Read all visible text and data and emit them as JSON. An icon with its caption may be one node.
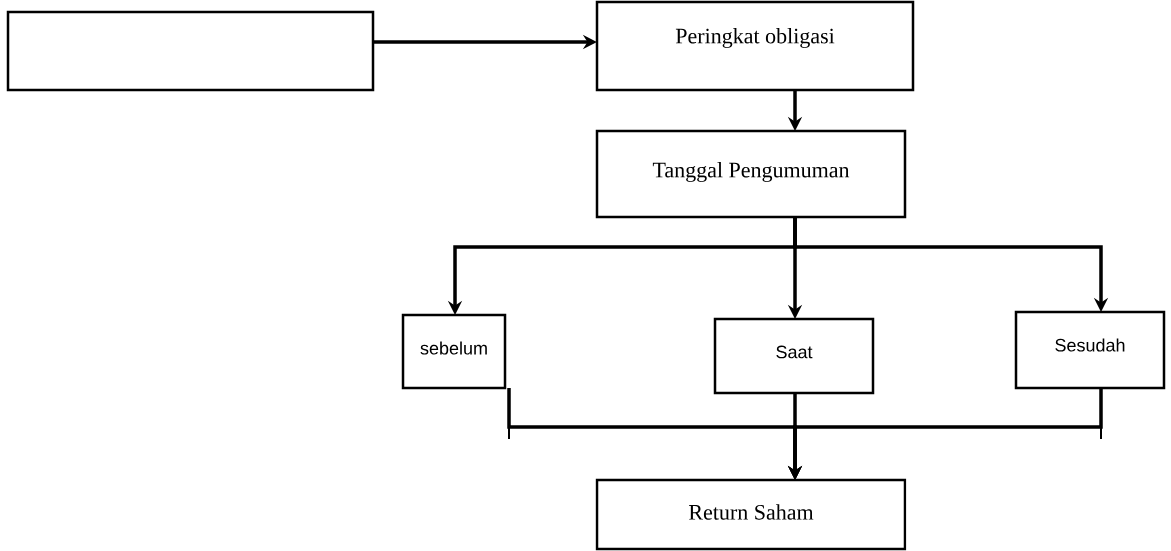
{
  "diagram": {
    "nodes": [
      {
        "text": [],
        "shape": "box"
      },
      {
        "text": [
          "Peringkat obligasi"
        ]
      },
      {
        "text": [
          "Tanggal Pengumuman"
        ]
      },
      {
        "text": [
          "sebelum"
        ]
      },
      {
        "text": [
          "Saat"
        ]
      },
      {
        "text": [
          "Sesudah"
        ]
      },
      {
        "text": [
          "Return Saham"
        ]
      }
    ],
    "edges": [
      {
        "from": 0,
        "to": 1,
        "arrow": "to"
      },
      {
        "from": 1,
        "to": 2,
        "arrow": "to"
      },
      {
        "from": 2,
        "to": 3,
        "arrow": "to"
      },
      {
        "from": 2,
        "to": 4,
        "arrow": "to"
      },
      {
        "from": 2,
        "to": 5,
        "arrow": "to"
      },
      {
        "from": 3,
        "to": 6,
        "arrow": "to"
      },
      {
        "from": 4,
        "to": 6,
        "arrow": "to"
      },
      {
        "from": 5,
        "to": 6,
        "arrow": "to"
      }
    ]
  }
}
